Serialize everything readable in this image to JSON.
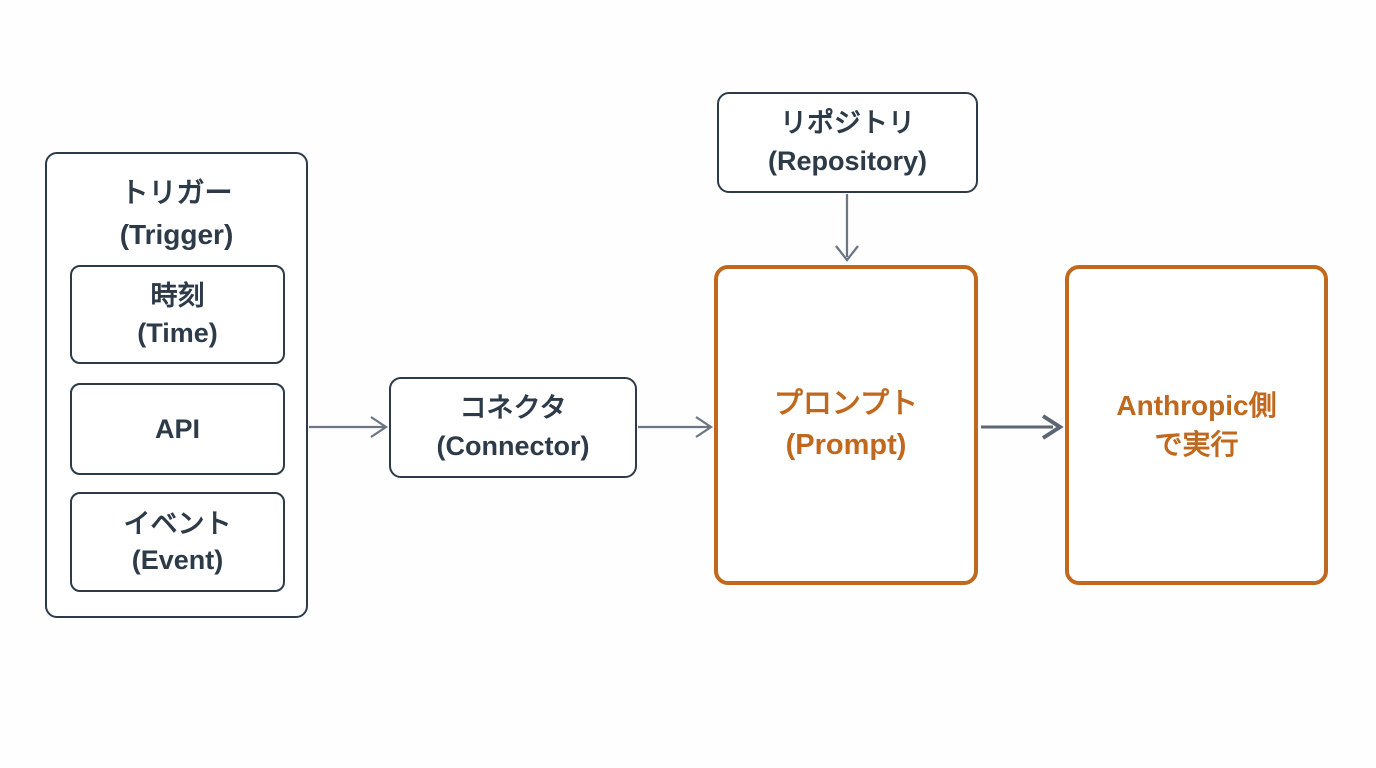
{
  "colors": {
    "dark_slate": "#2d3a48",
    "accent_orange": "#c0691e",
    "arrow_gray": "#6b7683",
    "background": "#fefefe"
  },
  "nodes": {
    "trigger": {
      "line1": "トリガー",
      "line2": "(Trigger)"
    },
    "time": {
      "line1": "時刻",
      "line2": "(Time)"
    },
    "api": {
      "line1": "API"
    },
    "event": {
      "line1": "イベント",
      "line2": "(Event)"
    },
    "connector": {
      "line1": "コネクタ",
      "line2": "(Connector)"
    },
    "repository": {
      "line1": "リポジトリ",
      "line2": "(Repository)"
    },
    "prompt": {
      "line1": "プロンプト",
      "line2": "(Prompt)"
    },
    "anthropic": {
      "line1": "Anthropic側",
      "line2": "で実行"
    }
  },
  "connections": [
    {
      "from": "trigger",
      "to": "connector"
    },
    {
      "from": "connector",
      "to": "prompt"
    },
    {
      "from": "repository",
      "to": "prompt"
    },
    {
      "from": "prompt",
      "to": "anthropic"
    }
  ]
}
